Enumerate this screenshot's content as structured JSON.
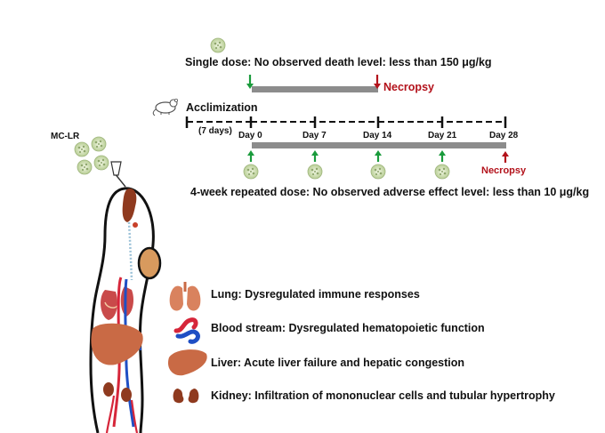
{
  "single_dose": {
    "text": "Single dose: No observed death level: less than 150 μg/kg",
    "necropsy": "Necropsy"
  },
  "acclimization": {
    "label": "Acclimization",
    "duration": "(7 days)"
  },
  "timeline": {
    "days": [
      "Day 0",
      "Day 7",
      "Day 14",
      "Day 21",
      "Day 28"
    ],
    "necropsy": "Necropsy"
  },
  "repeated_dose": {
    "text": "4-week repeated dose: No observed adverse effect level: less than 10 μg/kg"
  },
  "toxin_label": "MC-LR",
  "effects": [
    {
      "organ_icon": "lungs-icon",
      "text": "Lung: Dysregulated immune responses"
    },
    {
      "organ_icon": "blood-vessel-icon",
      "text": "Blood stream: Dysregulated hematopoietic function"
    },
    {
      "organ_icon": "liver-icon",
      "text": "Liver: Acute liver failure and hepatic congestion"
    },
    {
      "organ_icon": "kidney-icon",
      "text": "Kidney: Infiltration of mononuclear cells and tubular hypertrophy"
    }
  ],
  "colors": {
    "dose_arrow": "#1a9b3c",
    "necropsy_arrow": "#b3121b",
    "bar": "#8c8c8c",
    "organ": "#c96a45",
    "vessel_red": "#d6263a",
    "vessel_blue": "#1f4fc4"
  }
}
